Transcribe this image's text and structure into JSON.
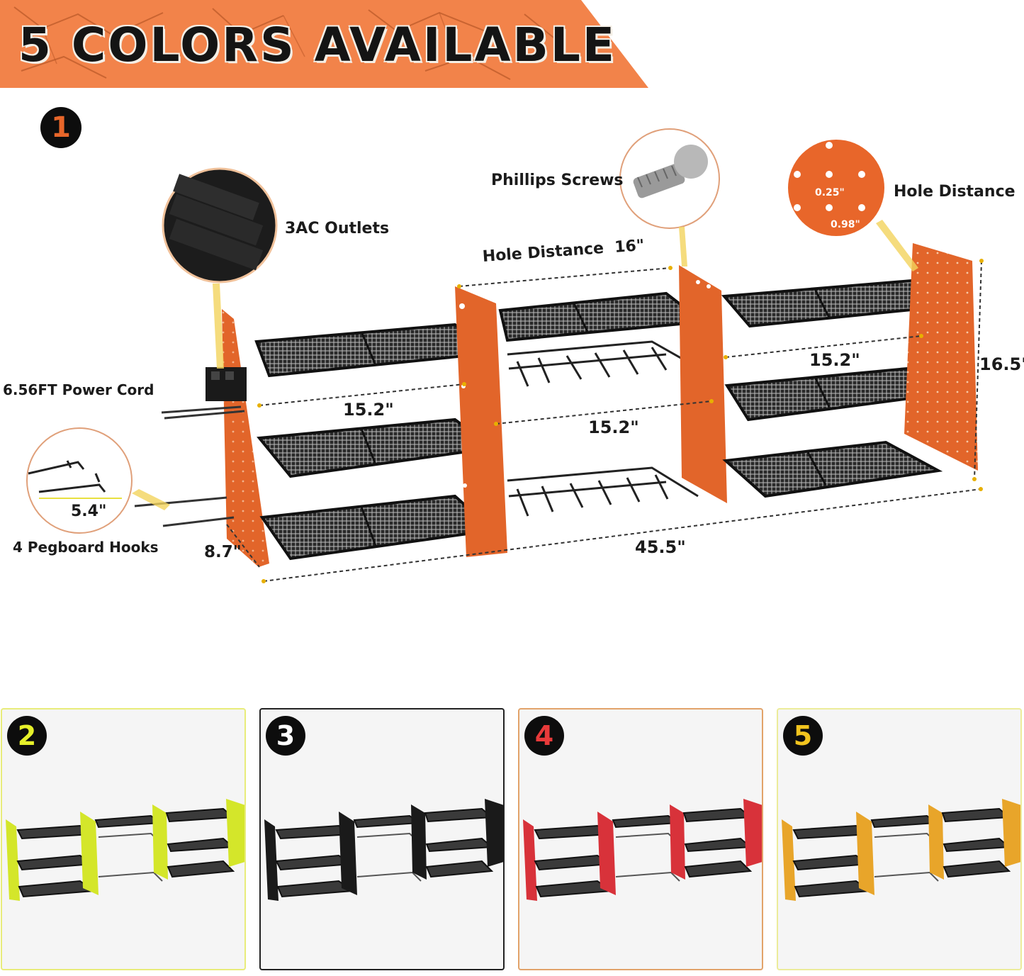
{
  "banner": {
    "title": "5 COLORS AVAILABLE"
  },
  "main_view": {
    "badge": "1",
    "labels": {
      "outlets": "3AC Outlets",
      "screws": "Phillips Screws",
      "hole_distance_right": "Hole Distance",
      "hole_distance_top": "Hole Distance  16\"",
      "power_cord": "6.56FT Power Cord",
      "hooks": "4 Pegboard Hooks",
      "hook_len": "5.4\"",
      "depth": "8.7\"",
      "width": "45.5\"",
      "height": "16.5\"",
      "gap_left": "15.2\"",
      "gap_mid": "15.2\"",
      "gap_right": "15.2\"",
      "hole_small": "0.25\"",
      "hole_large": "0.98\""
    }
  },
  "variants": [
    {
      "badge": "2",
      "color": "#d4e62a",
      "badge_color": "#e6f02a",
      "border": "#e8ec7a"
    },
    {
      "badge": "3",
      "color": "#1a1a1a",
      "badge_color": "#ffffff",
      "border": "#222222"
    },
    {
      "badge": "4",
      "color": "#d8323a",
      "badge_color": "#e83a3a",
      "border": "#e2a36a"
    },
    {
      "badge": "5",
      "color": "#e8a52a",
      "badge_color": "#f2c41e",
      "border": "#ecec9a"
    }
  ],
  "colors": {
    "accent": "#e8662a",
    "banner": "#f07a3c"
  }
}
